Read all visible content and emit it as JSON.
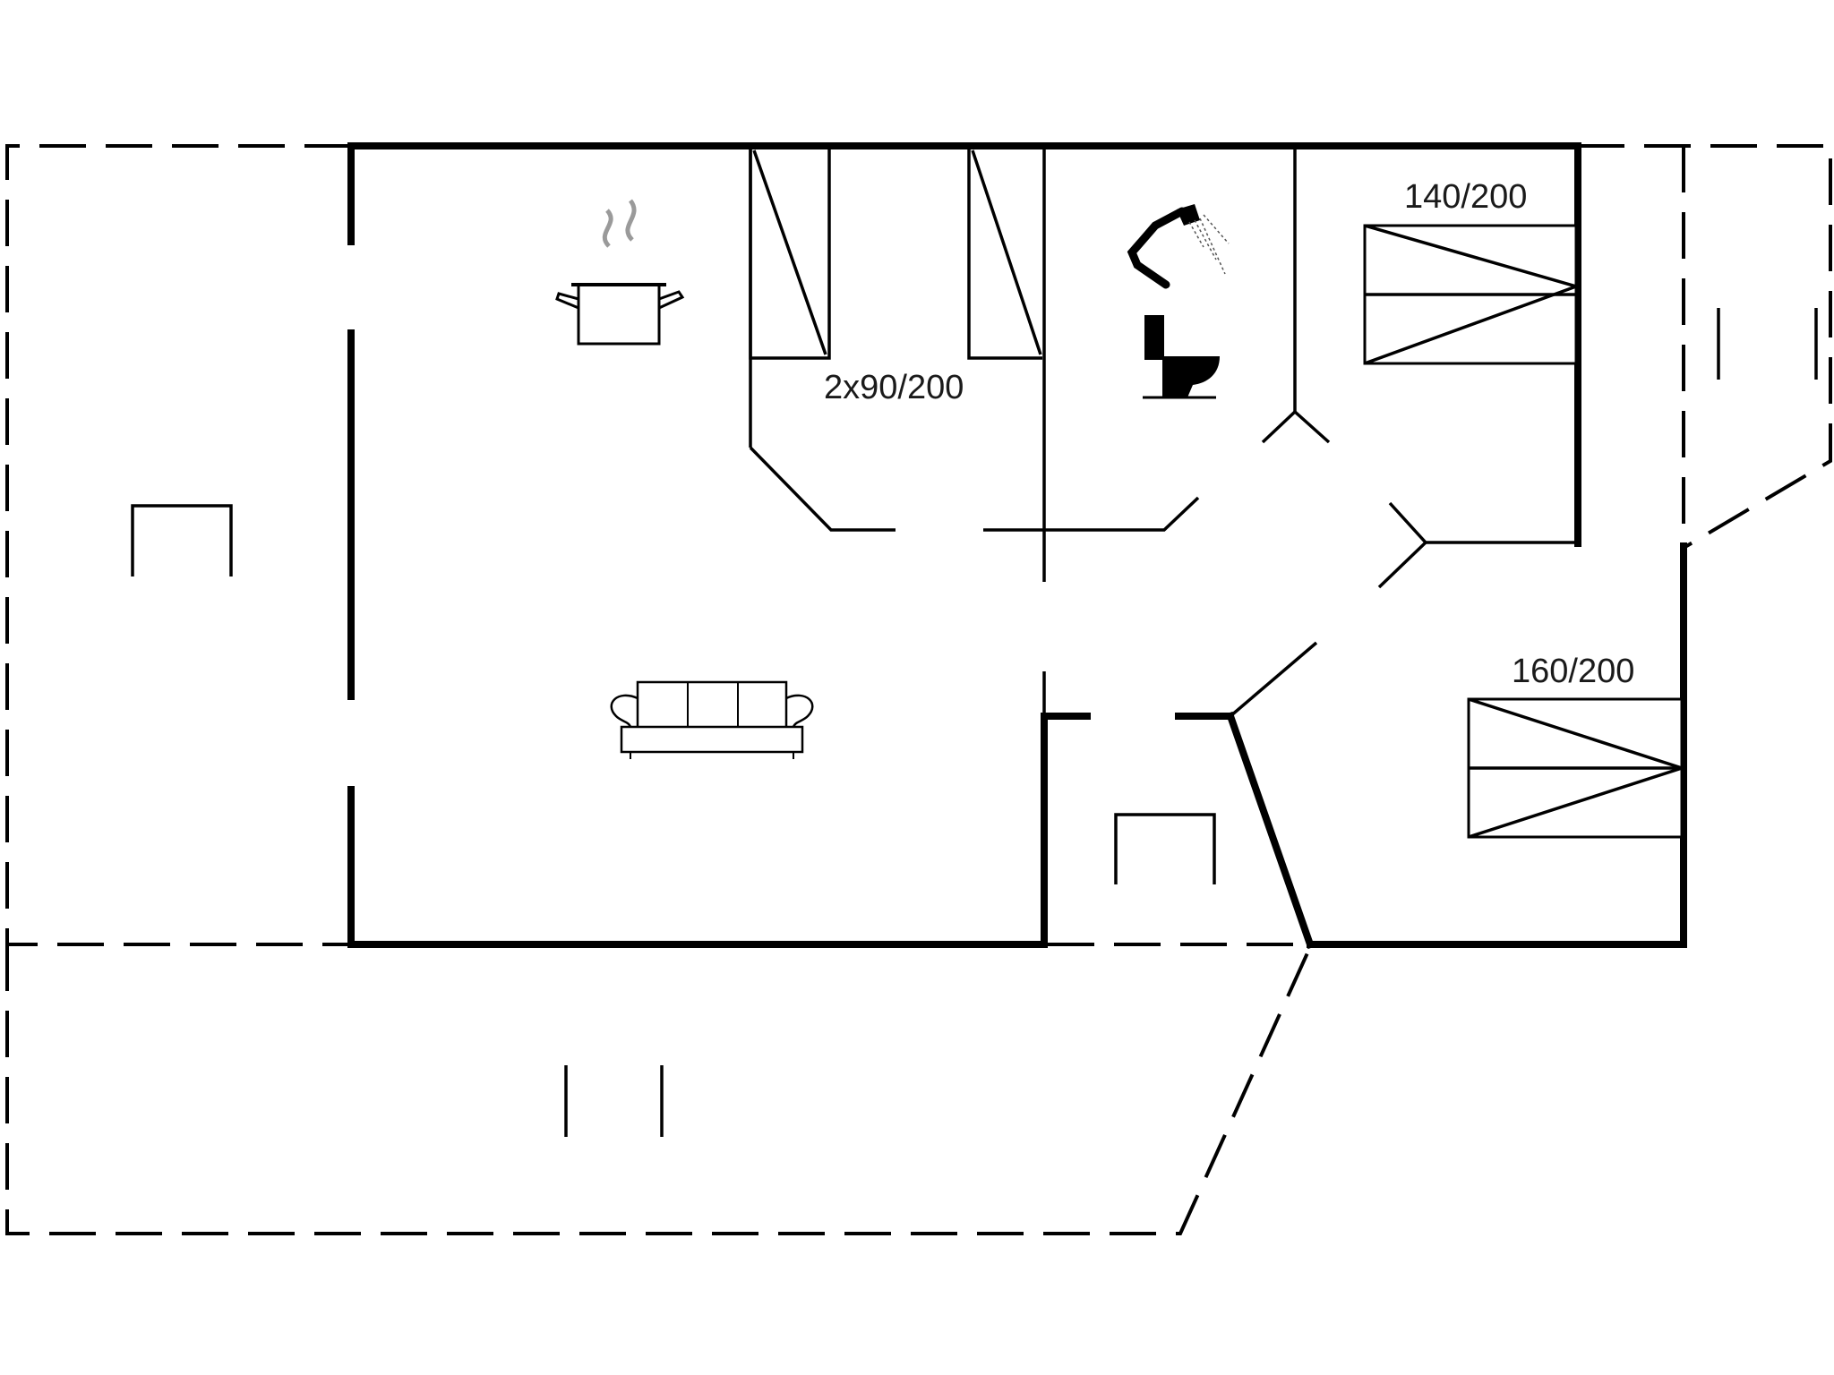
{
  "diagram": {
    "type": "floor-plan",
    "labels": {
      "bunk_beds": "2x90/200",
      "double_bed_top": "140/200",
      "double_bed_bottom": "160/200"
    },
    "icons": [
      "cooking-pot-icon",
      "shower-icon",
      "toilet-icon",
      "sofa-icon",
      "bed-icon"
    ],
    "colors": {
      "line": "#000000",
      "background": "#ffffff",
      "steam": "#9a9a9a"
    }
  }
}
